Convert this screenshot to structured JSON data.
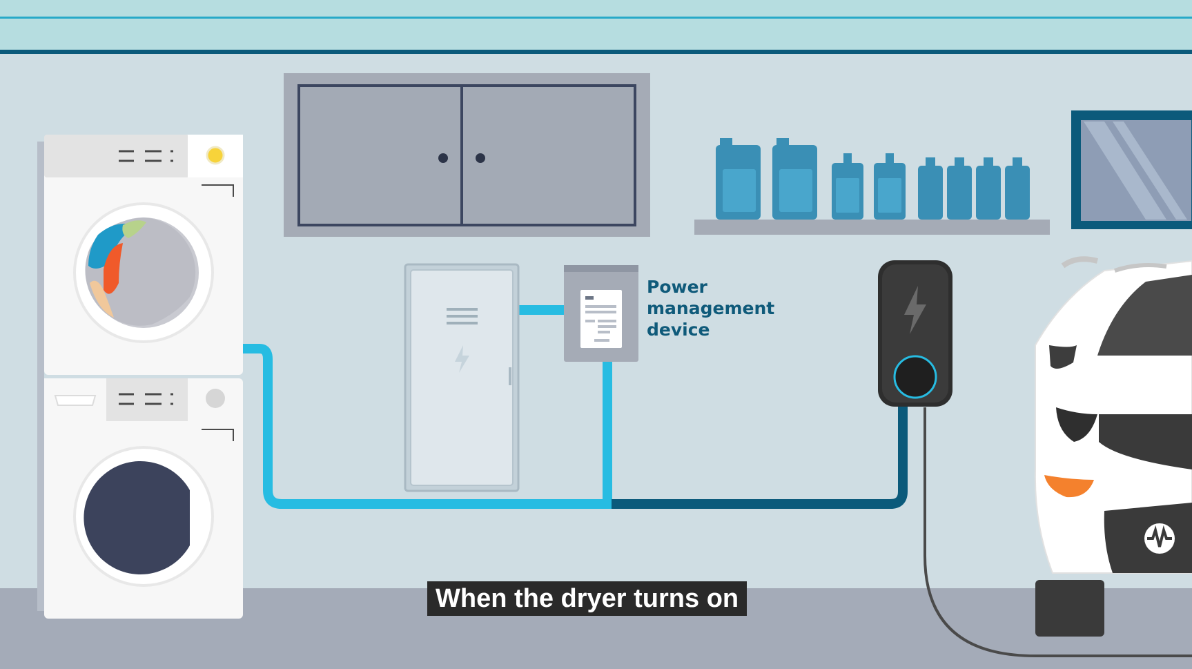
{
  "scene": {
    "label_lines": [
      "Power",
      "management",
      "device"
    ],
    "caption": "When the dryer turns on"
  },
  "colors": {
    "wall": "#cfdde3",
    "ceiling": "#b6dde0",
    "floor": "#a4abb8",
    "accent_cyan": "#27bce2",
    "accent_navy": "#0b5a7b",
    "label_text": "#0f5a7a",
    "cabinet": "#a5abb6",
    "cabinet_frame": "#3c4660",
    "bottle": "#3a8fb5",
    "charger": "#3a3a3a",
    "dryer_indicator": "#f7d33a",
    "laundry_orange": "#f05a2a",
    "car_body": "#ffffff",
    "car_light": "#f4812d"
  },
  "icons": [
    "lightning-bolt-icon",
    "vehicle-brand-logo-icon"
  ]
}
